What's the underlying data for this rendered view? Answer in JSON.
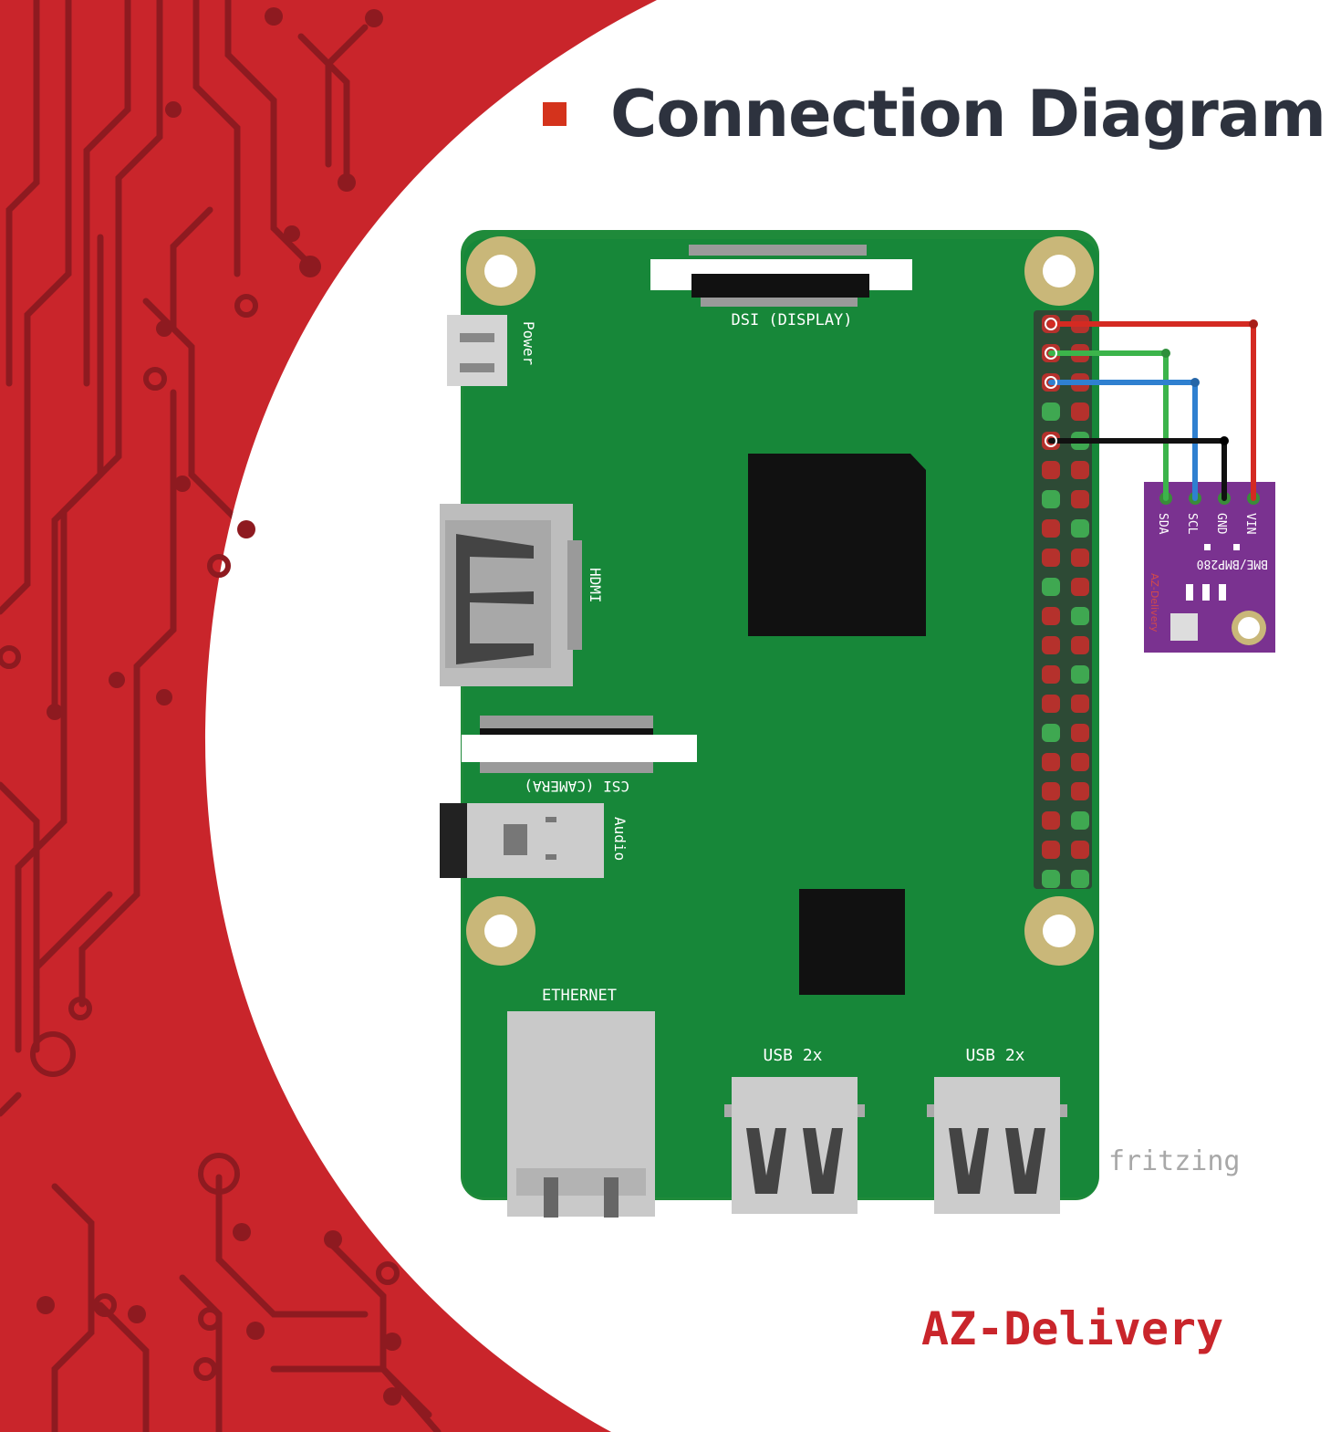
{
  "header": {
    "title": "Connection Diagram"
  },
  "board": {
    "dsi_label": "DSI (DISPLAY)",
    "power_label": "Power",
    "hdmi_label": "HDMI",
    "csi_label": "CSI (CAMERA)",
    "audio_label": "Audio",
    "ethernet_label": "ETHERNET",
    "usb1_label": "USB 2x",
    "usb2_label": "USB 2x"
  },
  "sensor": {
    "pins": [
      "SDA",
      "SCL",
      "GND",
      "VIN"
    ],
    "model_label": "BME/BMP280",
    "brand_text": "AZ-Delivery"
  },
  "wires": [
    {
      "label": "VIN",
      "color": "#d42a22"
    },
    {
      "label": "SDA",
      "color": "#3cb44b"
    },
    {
      "label": "SCL",
      "color": "#2f80d0"
    },
    {
      "label": "GND",
      "color": "#111111"
    }
  ],
  "watermark": "fritzing",
  "footer": {
    "brand": "AZ-Delivery"
  },
  "colors": {
    "background_red": "#c9252b",
    "board_green": "#1f8a3a",
    "sensor_purple": "#7a3290",
    "title_dark": "#2d323e",
    "brand_red": "#c9252b"
  }
}
